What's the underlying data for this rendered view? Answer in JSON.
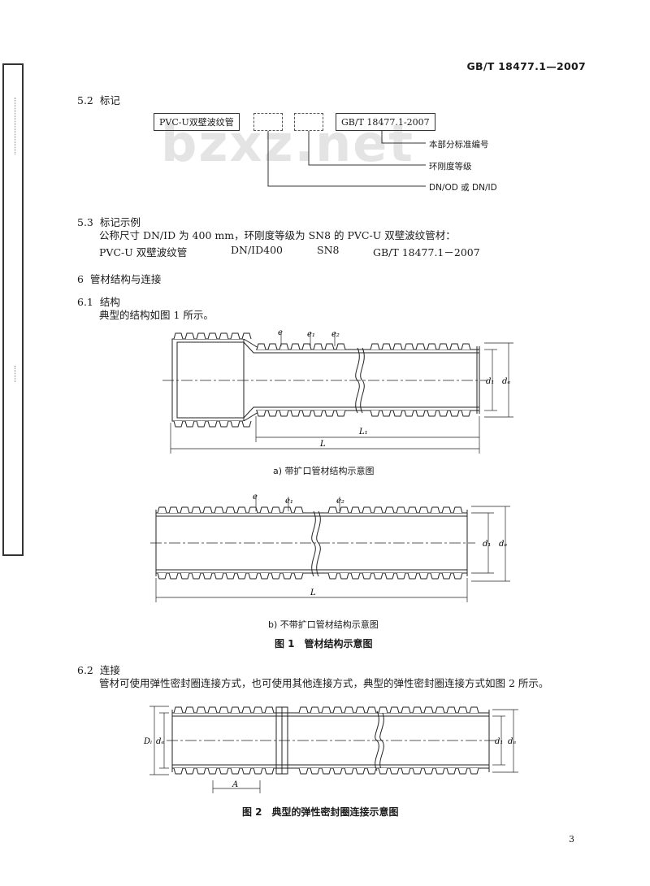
{
  "header": {
    "standard_code": "GB/T 18477.1—2007"
  },
  "watermark": "bzxz.net",
  "s52": {
    "num": "5.2",
    "title": "标记",
    "box1": "PVC-U双壁波纹管",
    "box4": "GB/T 18477.1-2007",
    "lbl_std": "本部分标准编号",
    "lbl_sn": "环刚度等级",
    "lbl_dn": "DN/OD 或 DN/ID"
  },
  "s53": {
    "num": "5.3",
    "title": "标记示例",
    "text": "公称尺寸 DN/ID 为 400 mm，环刚度等级为 SN8 的 PVC-U 双壁波纹管材：",
    "ex_name": "PVC-U 双壁波纹管",
    "ex_dn": "DN/ID400",
    "ex_sn": "SN8",
    "ex_std": "GB/T 18477.1－2007"
  },
  "s6": {
    "num": "6",
    "title": "管材结构与连接"
  },
  "s61": {
    "num": "6.1",
    "title": "结构",
    "text": "典型的结构如图 1 所示。"
  },
  "fig1": {
    "cap_a": "a) 带扩口管材结构示意图",
    "cap_b": "b) 不带扩口管材结构示意图",
    "cap": "图 1　管材结构示意图",
    "e": "e",
    "e1": "e₁",
    "e2": "e₂",
    "d1": "d₁",
    "de": "dₑ",
    "L1": "L₁",
    "L": "L"
  },
  "s62": {
    "num": "6.2",
    "title": "连接",
    "text": "管材可使用弹性密封圈连接方式，也可使用其他连接方式，典型的弹性密封圈连接方式如图 2 所示。"
  },
  "fig2": {
    "cap": "图 2　典型的弹性密封圈连接示意图",
    "Di": "Dᵢ",
    "de": "dₑ",
    "d1": "d₁",
    "A": "A"
  },
  "footer": {
    "page": "3"
  }
}
